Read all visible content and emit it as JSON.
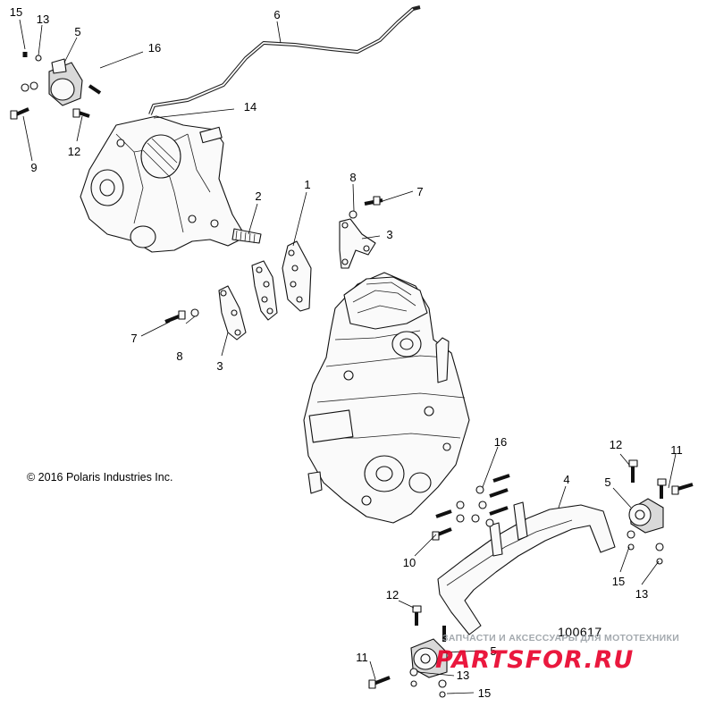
{
  "callouts": [
    {
      "label": "15"
    },
    {
      "label": "13"
    },
    {
      "label": "5"
    },
    {
      "label": "16"
    },
    {
      "label": "6"
    },
    {
      "label": "14"
    },
    {
      "label": "9"
    },
    {
      "label": "12"
    },
    {
      "label": "2"
    },
    {
      "label": "1"
    },
    {
      "label": "8"
    },
    {
      "label": "7"
    },
    {
      "label": "3"
    },
    {
      "label": "7"
    },
    {
      "label": "8"
    },
    {
      "label": "3"
    },
    {
      "label": "16"
    },
    {
      "label": "4"
    },
    {
      "label": "12"
    },
    {
      "label": "11"
    },
    {
      "label": "5"
    },
    {
      "label": "10"
    },
    {
      "label": "15"
    },
    {
      "label": "13"
    },
    {
      "label": "12"
    },
    {
      "label": "11"
    },
    {
      "label": "5"
    },
    {
      "label": "13"
    },
    {
      "label": "15"
    }
  ],
  "copyright": "© 2016 Polaris Industries Inc.",
  "figure_number": "100617",
  "watermark": {
    "tagline": "ЗАПЧАСТИ И АКСЕССУАРЫ ДЛЯ МОТОТЕХНИКИ",
    "brand": "PARTSFOR.RU",
    "colors": {
      "primary": "#e8002a",
      "secondary": "#b9bdc2"
    }
  }
}
